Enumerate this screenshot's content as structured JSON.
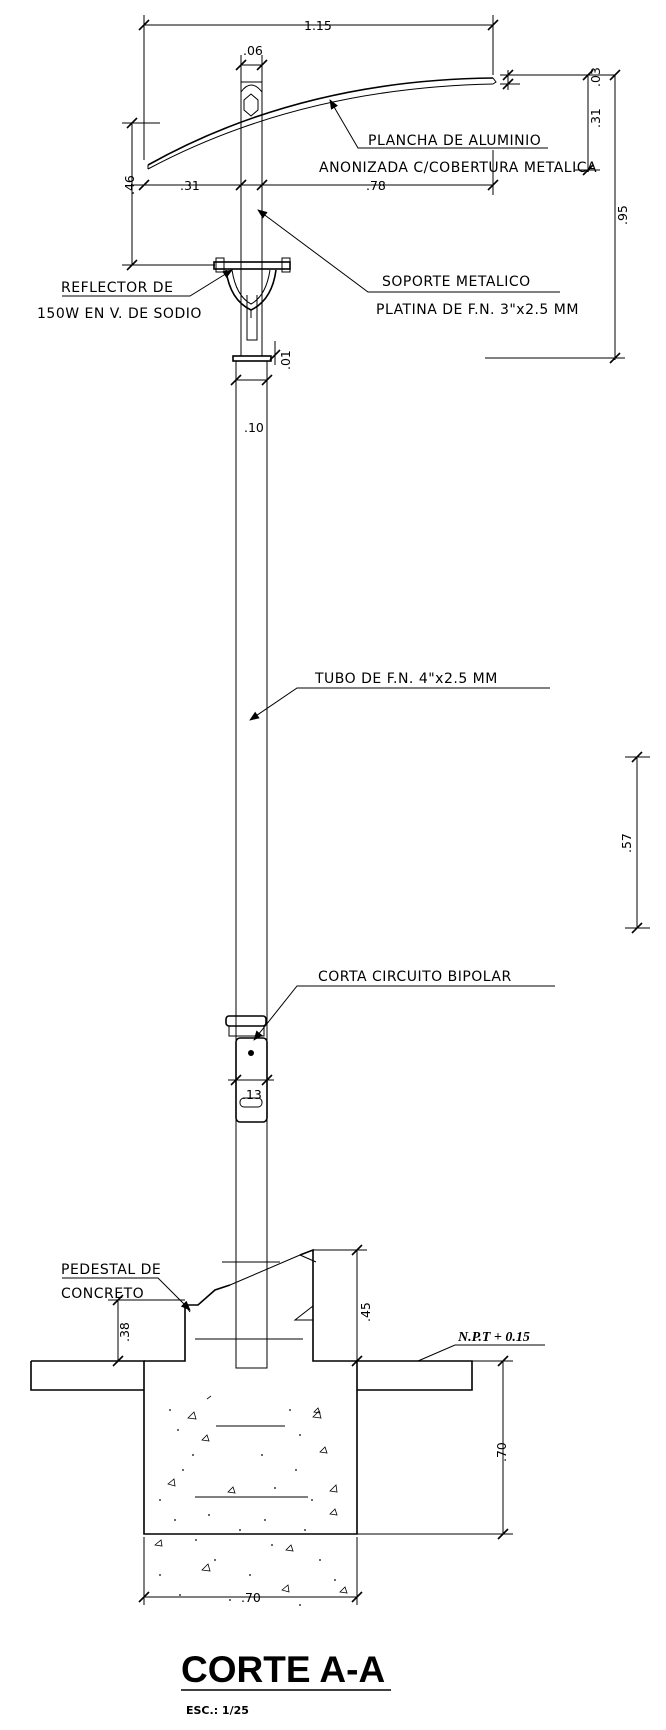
{
  "drawing": {
    "title": "CORTE A-A",
    "scale": "ESC.: 1/25",
    "labels": {
      "plancha_line1": "PLANCHA DE ALUMINIO",
      "plancha_line2": "ANONIZADA C/COBERTURA METALICA",
      "reflector_line1": "REFLECTOR DE",
      "reflector_line2": "150W EN V. DE SODIO",
      "soporte_line1": "SOPORTE METALICO",
      "soporte_line2": "PLATINA DE F.N. 3\"x2.5 MM",
      "tubo": "TUBO DE F.N. 4\"x2.5 MM",
      "corta": "CORTA CIRCUITO BIPOLAR",
      "pedestal_line1": "PEDESTAL DE",
      "pedestal_line2": "CONCRETO",
      "npt": "N.P.T + 0.15"
    },
    "dimensions": {
      "d115": "1.15",
      "d06": ".06",
      "d03": ".03",
      "d31v": ".31",
      "d46": ".46",
      "d31h": ".31",
      "d78": ".78",
      "d95": ".95",
      "d01": ".01",
      "d10": ".10",
      "d57": ".57",
      "d13": ".13",
      "d38": ".38",
      "d45": ".45",
      "d70v": ".70",
      "d70h": ".70"
    }
  }
}
